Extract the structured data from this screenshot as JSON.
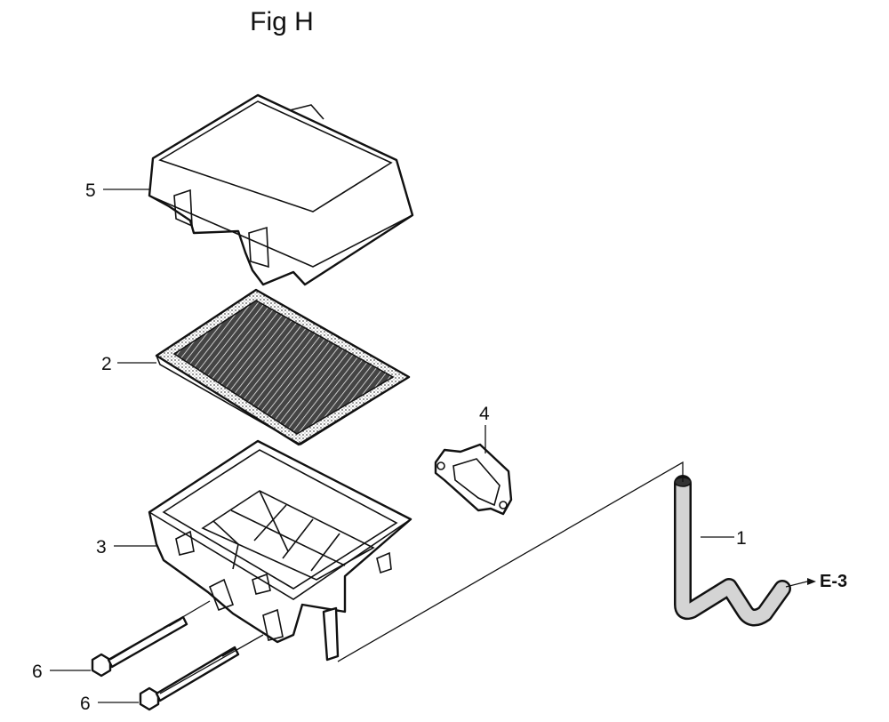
{
  "title": "Fig H",
  "parts": [
    {
      "id": "1",
      "label": "1"
    },
    {
      "id": "2",
      "label": "2"
    },
    {
      "id": "3",
      "label": "3"
    },
    {
      "id": "4",
      "label": "4"
    },
    {
      "id": "5",
      "label": "5"
    },
    {
      "id": "6a",
      "label": "6"
    },
    {
      "id": "6b",
      "label": "6"
    }
  ],
  "reference": "E-3"
}
